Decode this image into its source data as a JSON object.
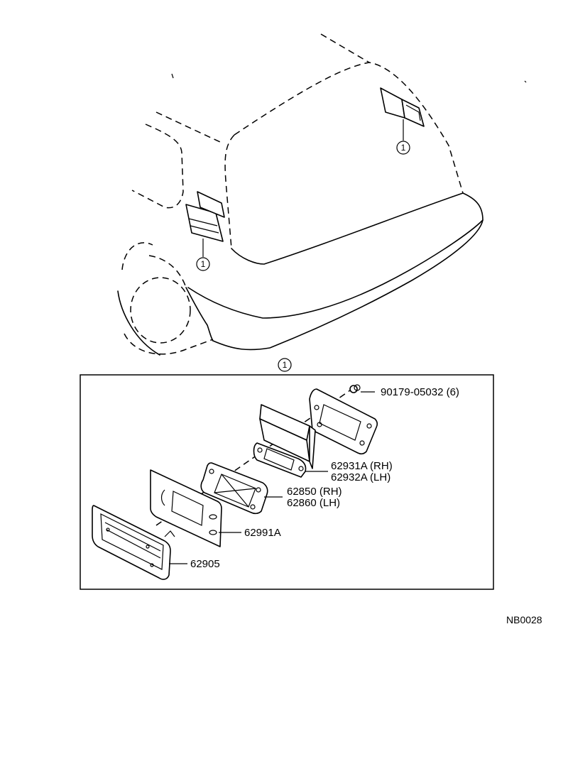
{
  "callouts": {
    "upper_right": "1",
    "side_left": "1",
    "box_title": "1"
  },
  "parts": {
    "bolt": "90179-05032 (6)",
    "gasket_rh": "62931A (RH)",
    "gasket_lh": "62932A (LH)",
    "housing_rh": "62850 (RH)",
    "housing_lh": "62860 (LH)",
    "plate": "62991A",
    "lens": "62905"
  },
  "diagram_ref": "NB0028"
}
